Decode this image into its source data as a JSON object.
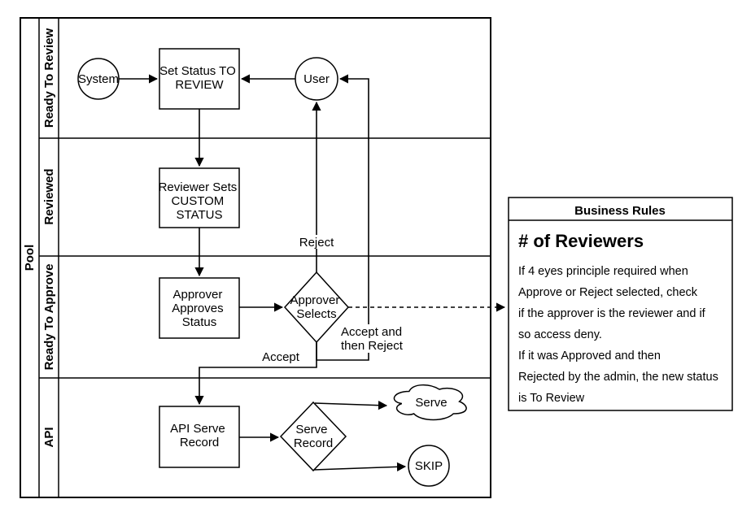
{
  "pool": {
    "label": "Pool",
    "lanes": [
      {
        "label": "Ready To Review"
      },
      {
        "label": "Reviewed"
      },
      {
        "label": "Ready To Approve"
      },
      {
        "label": "API"
      }
    ]
  },
  "nodes": {
    "system": {
      "shape": "circle",
      "label": "System"
    },
    "user": {
      "shape": "circle",
      "label": "User"
    },
    "set_status": {
      "shape": "rect",
      "lines": [
        "Set Status TO",
        "REVIEW"
      ]
    },
    "reviewer_sets": {
      "shape": "rect",
      "lines": [
        "Reviewer Sets",
        "CUSTOM",
        "STATUS"
      ]
    },
    "approver_approves": {
      "shape": "rect",
      "lines": [
        "Approver",
        "Approves",
        "Status"
      ]
    },
    "approver_selects": {
      "shape": "diamond",
      "lines": [
        "Approver",
        "Selects"
      ]
    },
    "api_serve_record": {
      "shape": "rect",
      "lines": [
        "API Serve",
        "Record"
      ]
    },
    "serve_record": {
      "shape": "diamond",
      "lines": [
        "Serve",
        "Record"
      ]
    },
    "serve_cloud": {
      "shape": "cloud",
      "label": "Serve"
    },
    "skip": {
      "shape": "circle",
      "label": "SKIP"
    }
  },
  "edge_labels": {
    "reject": "Reject",
    "accept": "Accept",
    "accept_then_reject": {
      "lines": [
        "Accept and",
        "then Reject"
      ]
    }
  },
  "business_rules": {
    "title": "Business Rules",
    "heading": "# of Reviewers",
    "body_lines": [
      "If 4  eyes principle required when",
      "Approve or Reject selected, check",
      "if the approver is the reviewer and if",
      "so access deny.",
      "If it was Approved and then",
      "Rejected by the admin, the new status",
      "is To Review"
    ]
  },
  "colors": {
    "stroke": "#000000",
    "background": "#ffffff"
  }
}
